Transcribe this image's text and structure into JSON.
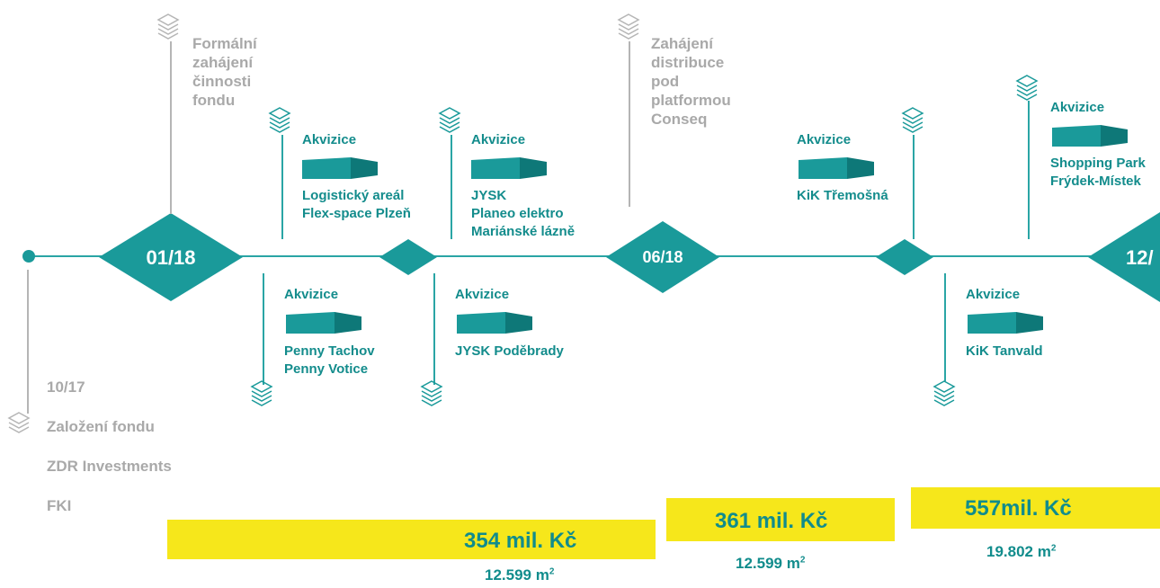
{
  "colors": {
    "teal": "#1a9a9a",
    "dark_teal": "#0e7878",
    "gray": "#a9a9a9",
    "yellow": "#f6e71b"
  },
  "milestones": {
    "m1": "01/18",
    "m2": "06/18",
    "m3": "12/"
  },
  "events": {
    "founding": {
      "date": "10/17",
      "l1": "Založení fondu",
      "l2": "ZDR Investments",
      "l3": "FKI"
    },
    "formal": "Formální\nzahájení\nčinnosti\nfondu",
    "distribution": "Zahájení\ndistribuce\npod\nplatformou\nConseq"
  },
  "acquisitions": [
    {
      "title": "Akvizice",
      "text": "Logistický areál\nFlex-space Plzeň"
    },
    {
      "title": "Akvizice",
      "text": "Penny Tachov\nPenny Votice"
    },
    {
      "title": "Akvizice",
      "text": "JYSK\nPlaneo elektro\nMariánské lázně"
    },
    {
      "title": "Akvizice",
      "text": "JYSK Poděbrady"
    },
    {
      "title": "Akvizice",
      "text": "KiK Třemošná"
    },
    {
      "title": "Akvizice",
      "text": "KiK Tanvald"
    },
    {
      "title": "Akvizice",
      "text": "Shopping Park\nFrýdek-Místek"
    }
  ],
  "summary": [
    {
      "amount": "354 mil. Kč",
      "area": "12.599 m",
      "sup": "2"
    },
    {
      "amount": "361 mil. Kč",
      "area": "12.599 m",
      "sup": "2"
    },
    {
      "amount": "557mil. Kč",
      "area": "19.802 m",
      "sup": "2"
    }
  ],
  "icons": [
    "layers-icon",
    "building-icon"
  ]
}
